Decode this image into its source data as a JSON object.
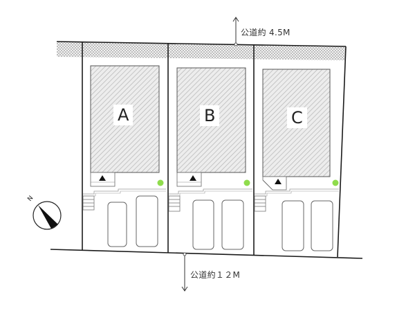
{
  "roads": {
    "north": {
      "label": "公道約 4.5M",
      "direction": "up"
    },
    "south": {
      "label": "公道約１２M",
      "direction": "down"
    }
  },
  "compass": {
    "label": "N"
  },
  "lots": [
    {
      "id": "A",
      "label": "A",
      "entrance": "▲",
      "parking_spaces": 2
    },
    {
      "id": "B",
      "label": "B",
      "entrance": "▲",
      "parking_spaces": 2
    },
    {
      "id": "C",
      "label": "C",
      "entrance": "▲",
      "parking_spaces": 2
    }
  ],
  "colors": {
    "line": "#1a1a1a",
    "road_fill": "#d8d8d8",
    "building_hatch": "#b5b5b5",
    "tree": "#8fdc4c"
  }
}
